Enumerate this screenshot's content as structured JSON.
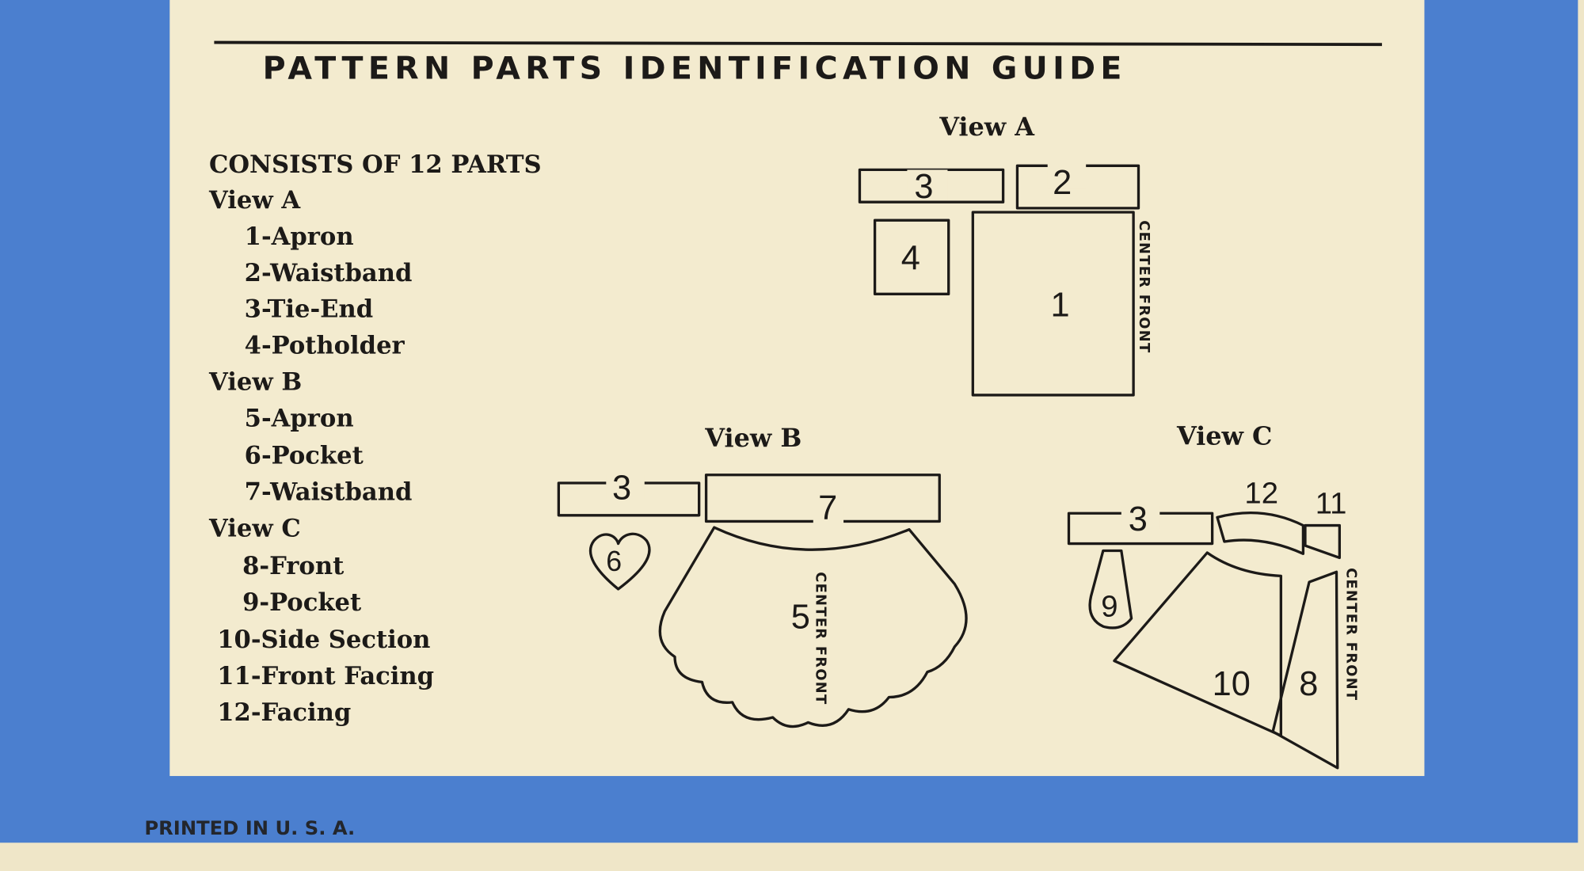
{
  "guide": {
    "title": "PATTERN PARTS IDENTIFICATION GUIDE",
    "parts_list": [
      "CONSISTS OF 12 PARTS",
      "View A",
      "1-Apron",
      "2-Waistband",
      "3-Tie-End",
      "4-Potholder",
      "View B",
      "5-Apron",
      "6-Pocket",
      "7-Waistband",
      "View C",
      "8-Front",
      "9-Pocket",
      "10-Side Section",
      "11-Front Facing",
      "12-Facing"
    ],
    "view_a": {
      "label": "View A",
      "pieces": [
        "3",
        "2",
        "4",
        "1"
      ],
      "center_front": "CENTER FRONT"
    },
    "view_b": {
      "label": "View B",
      "pieces": [
        "3",
        "7",
        "6",
        "5"
      ],
      "center_front": "CENTER FRONT"
    },
    "view_c": {
      "label": "View C",
      "pieces": [
        "3",
        "12",
        "11",
        "9",
        "10",
        "8"
      ],
      "center_front": "CENTER FRONT"
    }
  },
  "footer": {
    "printed": "PRINTED IN U. S. A."
  },
  "colors": {
    "border_blue": "#4b7fcf",
    "paper": "#f3ebcf",
    "ink": "#1c1a18"
  }
}
